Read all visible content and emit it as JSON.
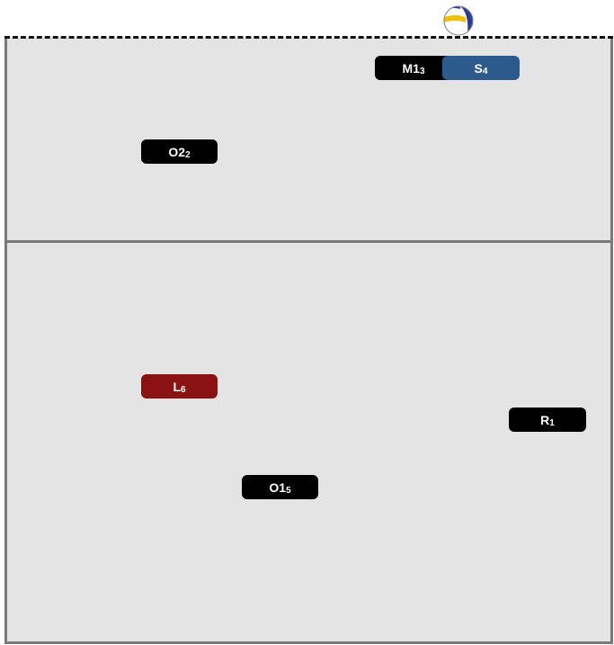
{
  "court": {
    "colors": {
      "floor": "#e4e4e4",
      "lines": "#7a7a7a",
      "net": "#111111"
    }
  },
  "ball": {
    "icon": "volleyball-icon",
    "colors": [
      "#f2c200",
      "#2a3f8f",
      "#ffffff"
    ]
  },
  "players": [
    {
      "id": "m1",
      "label": "M1",
      "number": "3",
      "color": "#000000"
    },
    {
      "id": "s",
      "label": "S",
      "number": "4",
      "color": "#2c5a8c"
    },
    {
      "id": "o2",
      "label": "O2",
      "number": "2",
      "color": "#000000"
    },
    {
      "id": "l",
      "label": "L",
      "number": "6",
      "color": "#8b1212"
    },
    {
      "id": "r",
      "label": "R",
      "number": "1",
      "color": "#000000"
    },
    {
      "id": "o1",
      "label": "O1",
      "number": "5",
      "color": "#000000"
    }
  ]
}
